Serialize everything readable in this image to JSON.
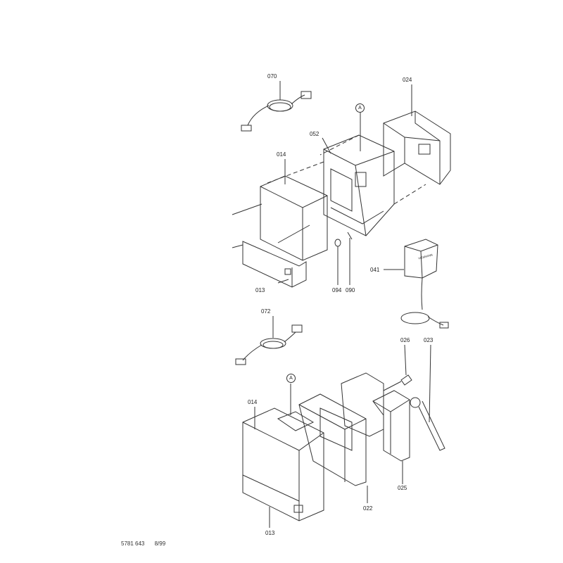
{
  "diagram": {
    "labels": {
      "p070": "070",
      "p024": "024",
      "pA1": "A",
      "p052": "052",
      "p014a": "014",
      "p013a": "013",
      "p094": "094",
      "p090": "090",
      "p041": "041",
      "p072": "072",
      "p026": "026",
      "p023": "023",
      "pA2": "A",
      "p014b": "014",
      "p025": "025",
      "p022": "022",
      "p013b": "013"
    },
    "brand_on_041": "VIESMANN",
    "footer": {
      "doc_number": "5781 643",
      "date": "8/99"
    }
  }
}
